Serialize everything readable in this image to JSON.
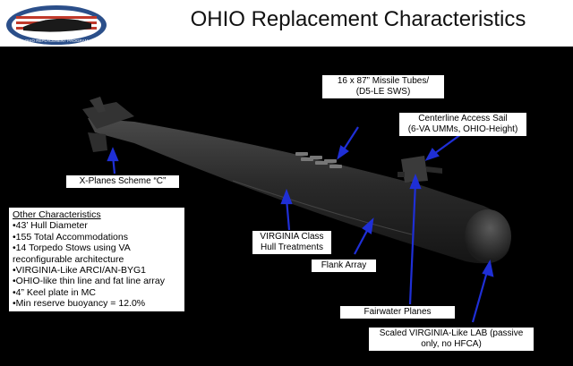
{
  "header": {
    "title": "OHIO Replacement Characteristics",
    "logo_text": "OHIO REPLACEMENT PROGRAM",
    "logo_colors": {
      "ring": "#2b4f8a",
      "flag_red": "#c0392b",
      "flag_white": "#ffffff"
    }
  },
  "callouts": {
    "missile_tubes_line1": "16 x 87” Missile Tubes/",
    "missile_tubes_line2": "(D5-LE  SWS)",
    "sail_line1": "Centerline Access Sail",
    "sail_line2": "(6-VA UMMs, OHIO-Height)",
    "x_planes": "X-Planes Scheme “C”",
    "hull_line1": "VIRGINIA Class",
    "hull_line2": "Hull Treatments",
    "flank_array": "Flank Array",
    "fairwater": "Fairwater Planes",
    "lab_line1": "Scaled VIRGINIA-Like LAB (passive",
    "lab_line2": "only, no HFCA)"
  },
  "characteristics": {
    "heading": "Other Characteristics",
    "items": [
      "•43’ Hull Diameter",
      "•155 Total Accommodations",
      "•14 Torpedo Stows using VA",
      "reconfigurable architecture",
      "•VIRGINIA-Like ARCI/AN-BYG1",
      "•OHIO-like thin line and fat line array",
      "•4” Keel plate in MC",
      "•Min reserve buoyancy = 12.0%"
    ]
  },
  "colors": {
    "arrow": "#1f2fd6",
    "hull": "#2c2c2c"
  }
}
